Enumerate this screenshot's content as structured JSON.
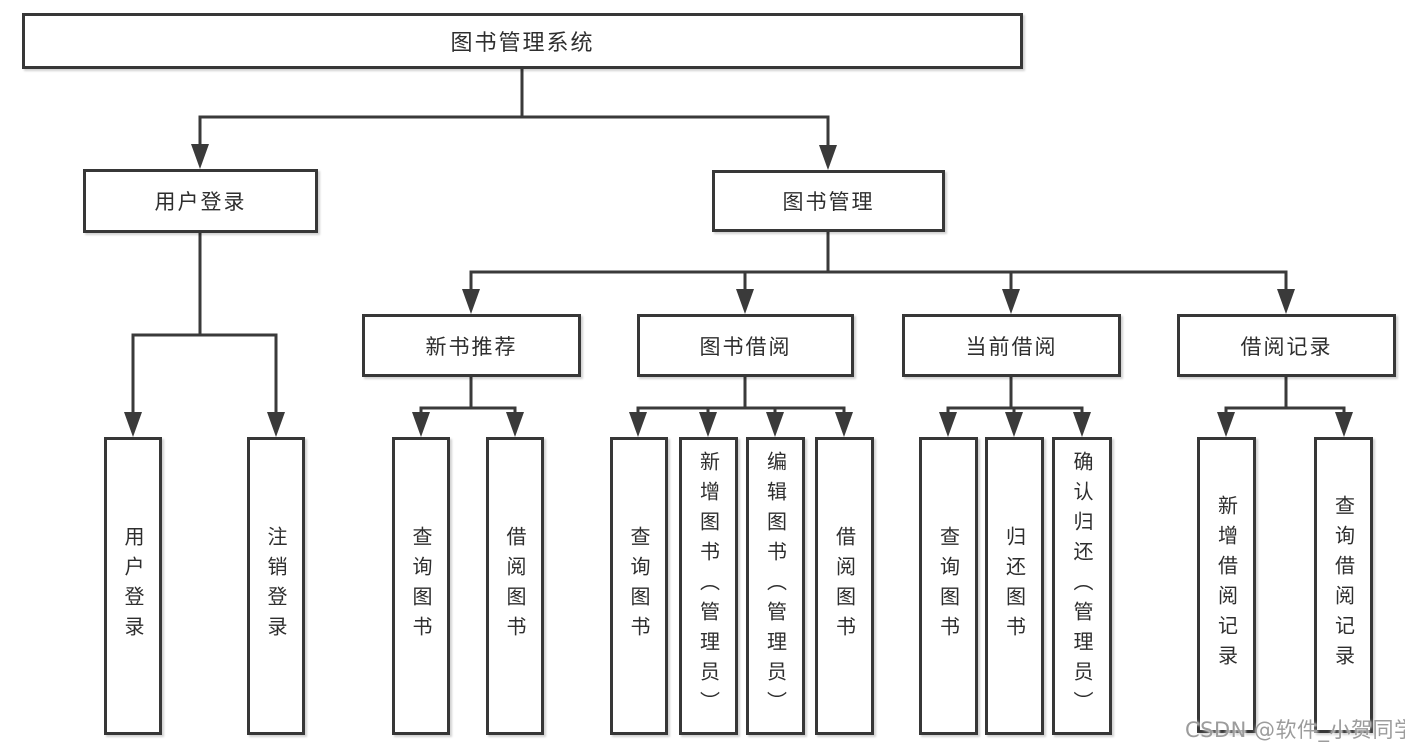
{
  "diagram": {
    "type": "tree",
    "root": {
      "label": "图书管理系统",
      "children": [
        {
          "label": "用户登录",
          "children": [
            {
              "label": "用户登录"
            },
            {
              "label": "注销登录"
            }
          ]
        },
        {
          "label": "图书管理",
          "children": [
            {
              "label": "新书推荐",
              "children": [
                {
                  "label": "查询图书"
                },
                {
                  "label": "借阅图书"
                }
              ]
            },
            {
              "label": "图书借阅",
              "children": [
                {
                  "label": "查询图书"
                },
                {
                  "label": "新增图书（管理员）"
                },
                {
                  "label": "编辑图书（管理员）"
                },
                {
                  "label": "借阅图书"
                }
              ]
            },
            {
              "label": "当前借阅",
              "children": [
                {
                  "label": "查询图书"
                },
                {
                  "label": "归还图书"
                },
                {
                  "label": "确认归还（管理员）"
                }
              ]
            },
            {
              "label": "借阅记录",
              "children": [
                {
                  "label": "新增借阅记录"
                },
                {
                  "label": "查询借阅记录"
                }
              ]
            }
          ]
        }
      ]
    }
  },
  "watermark": "CSDN @软件_小贺同学",
  "colors": {
    "line": "#3a3a3a",
    "border": "#373737",
    "text": "#2e2e2e",
    "watermark": "#9c9c9c",
    "background": "#ffffff"
  }
}
